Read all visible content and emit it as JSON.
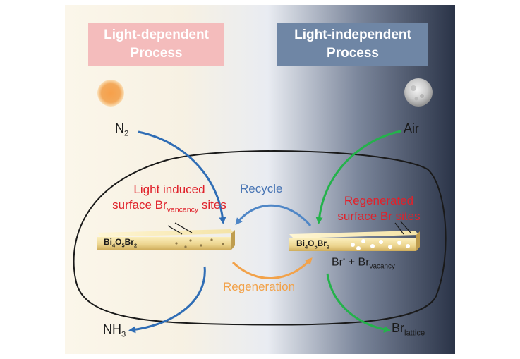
{
  "panels": {
    "left_process": "Light-dependent Process",
    "right_process": "Light-independent Process"
  },
  "inputs": {
    "n2": {
      "base": "N",
      "sub": "2"
    },
    "air": "Air"
  },
  "outputs": {
    "nh3": {
      "base": "NH",
      "sub": "3"
    },
    "br_lattice": {
      "base": "Br",
      "sub": "lattice"
    }
  },
  "left_site_label": {
    "line1": "Light induced",
    "line2_pre": "surface Br",
    "line2_sub": "vancancy",
    "line2_post": " sites"
  },
  "right_site_label": {
    "line1": "Regenerated",
    "line2": "surface Br sites"
  },
  "catalyst": {
    "b1": "Bi",
    "s1": "4",
    "b2": "O",
    "s2": "5",
    "b3": "Br",
    "s3": "2"
  },
  "br_vacancy": {
    "br": "Br",
    "sup": "-",
    "plus": " + Br",
    "sub": "vacancy"
  },
  "arrows": {
    "recycle": "Recycle",
    "regeneration": "Regeneration"
  },
  "colors": {
    "blue_arrow": "#2f6db5",
    "green_arrow": "#24b24b",
    "orange_arrow": "#f2a24a",
    "red_text": "#e0222b"
  }
}
